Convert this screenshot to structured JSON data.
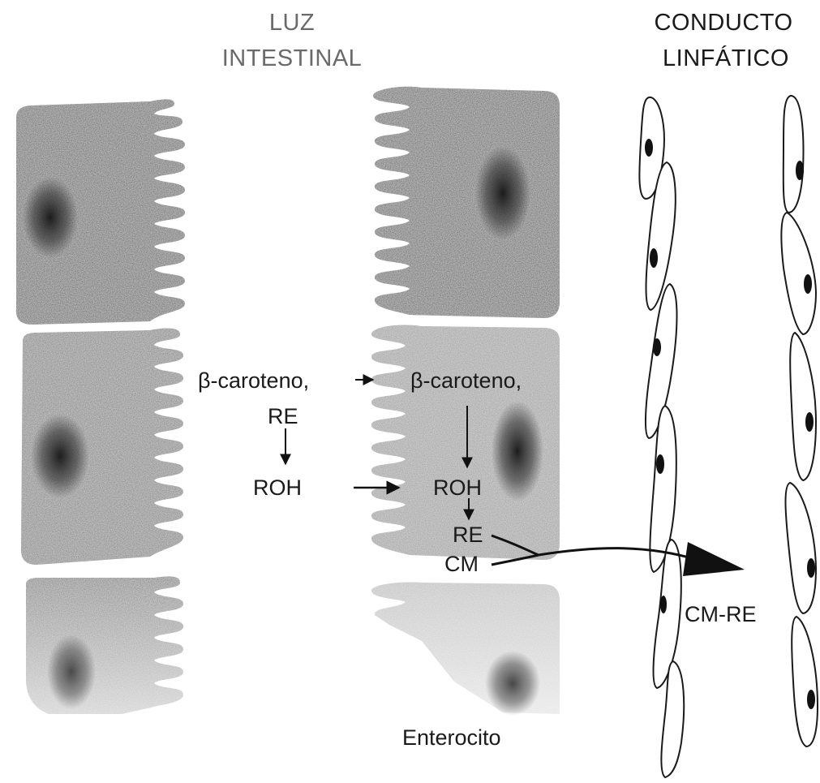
{
  "headers": {
    "lumen_line1": "LUZ",
    "lumen_line2": "INTESTINAL",
    "lymph_line1": "CONDUCTO",
    "lymph_line2": "LINFÁTICO"
  },
  "lumen_side": {
    "carotene": "β-caroteno,",
    "re": "RE",
    "roh": "ROH"
  },
  "cell_side": {
    "carotene": "β-caroteno,",
    "roh": "ROH",
    "re": "RE",
    "cm": "CM"
  },
  "lymph_product": "CM-RE",
  "enterocyte_label": "Enterocito",
  "colors": {
    "cell_dark": "#4a4a4a",
    "cell_mid": "#6e6e6e",
    "cell_light": "#9a9a9a",
    "nucleus": "#1c1c1c",
    "arrow": "#111111"
  }
}
